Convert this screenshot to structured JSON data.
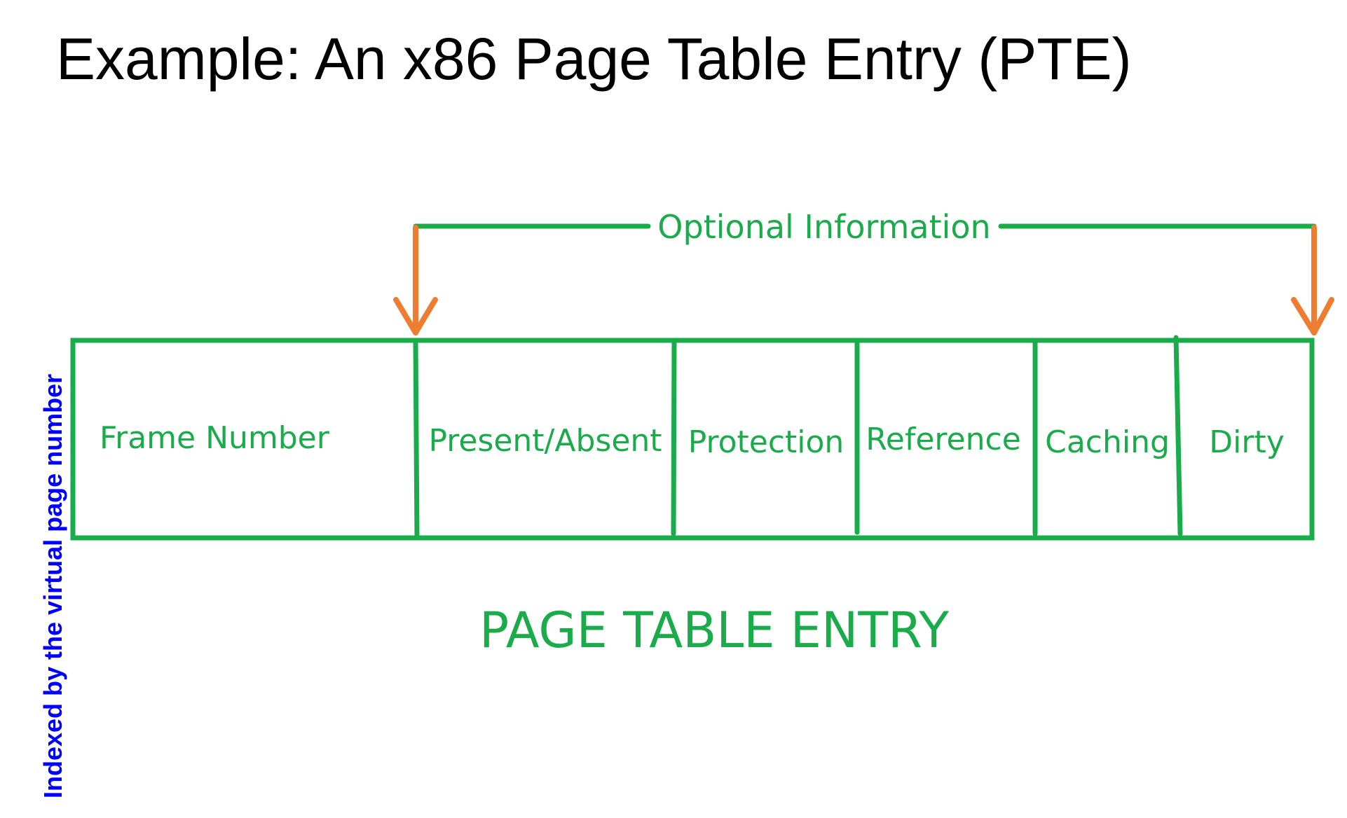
{
  "title": "Example: An x86 Page Table Entry (PTE)",
  "side_caption": "Indexed by the virtual page number",
  "diagram": {
    "optional_label": "Optional Information",
    "fields": [
      "Frame Number",
      "Present/Absent",
      "Protection",
      "Reference",
      "Caching",
      "Dirty"
    ],
    "caption": "PAGE TABLE ENTRY"
  },
  "colors": {
    "diagram_line": "#1aab4a",
    "diagram_text": "#1aab4a",
    "arrow": "#ee7d31",
    "side_caption": "#0000ff",
    "title": "#000000"
  }
}
